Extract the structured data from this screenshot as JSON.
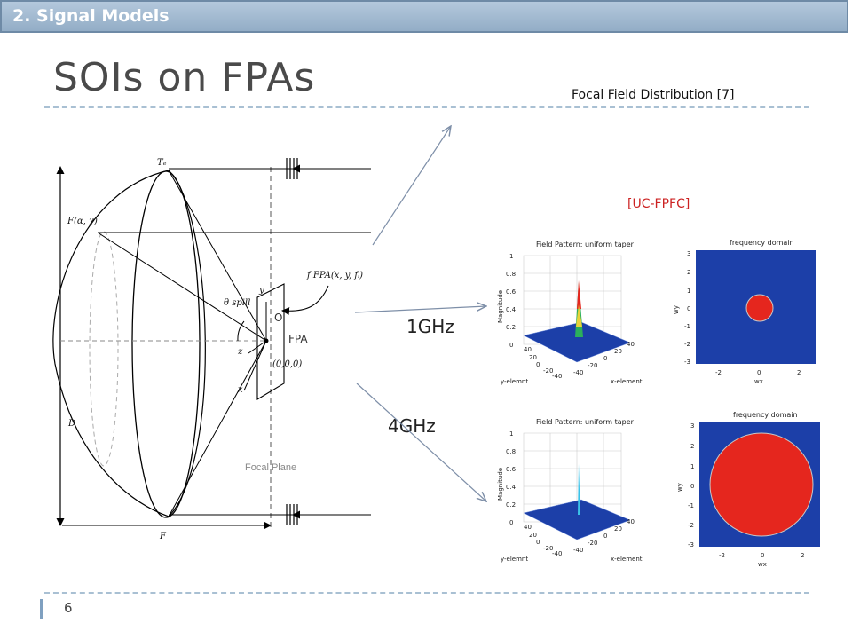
{
  "header": {
    "section": "2.   Signal Models",
    "title": "SOIs on FPAs",
    "caption": "Focal Field Distribution [7]",
    "ref_label": "[UC-FPFC]",
    "page_number": "6"
  },
  "diagram": {
    "labels": {
      "te": "Tₑ",
      "f_alpha": "F(α, χ)",
      "f_fpa": "f FPA(x, y, fᵢ)",
      "theta": "θ spill",
      "y": "y",
      "z": "z",
      "x": "x",
      "origin_o": "O",
      "fpa": "FPA",
      "origin": "(0,0,0)",
      "d": "D",
      "f": "F",
      "focal_plane": "Focal Plane"
    }
  },
  "frequencies": {
    "f1": "1GHz",
    "f2": "4GHz"
  },
  "plots": {
    "field_title": "Field Pattern: uniform taper",
    "freq_title": "frequency domain",
    "magnitude_label": "Magnitude",
    "y_elemnt_label": "y-elemnt",
    "x_element_label": "x-element",
    "wy_label": "wy",
    "wx_label": "wx",
    "z_ticks": [
      "0",
      "0.2",
      "0.4",
      "0.6",
      "0.8",
      "1"
    ],
    "y_ticks_3d": [
      "40",
      "20",
      "0",
      "-20",
      "-40"
    ],
    "x_ticks_3d": [
      "-40",
      "-20",
      "0",
      "20",
      "40"
    ],
    "fd_y_ticks": [
      "3",
      "2",
      "1",
      "0",
      "-1",
      "-2",
      "-3"
    ],
    "fd_x_ticks": [
      "-2",
      "0",
      "2"
    ]
  },
  "colors": {
    "accent": "#93adc6",
    "blue": "#1c3fa8",
    "red": "#e5261e",
    "dashed": "#a9c0d3"
  }
}
